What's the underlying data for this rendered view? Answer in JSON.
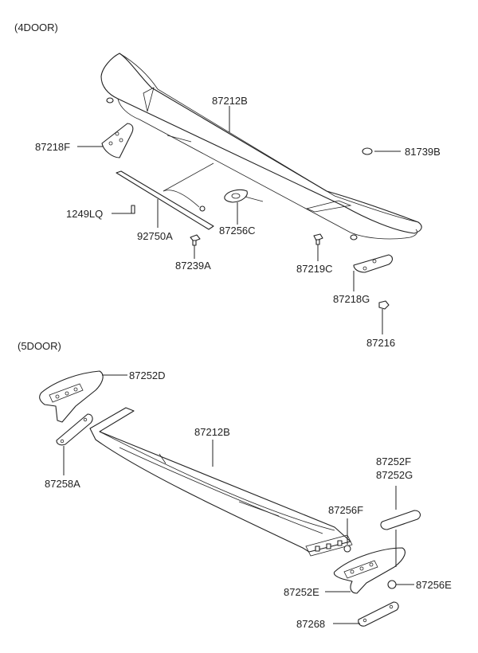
{
  "sections": {
    "four_door": "(4DOOR)",
    "five_door": "(5DOOR)"
  },
  "labels": {
    "p87212B_4": "87212B",
    "p87218F": "87218F",
    "p81739B": "81739B",
    "p1249LQ": "1249LQ",
    "p92750A": "92750A",
    "p87256C": "87256C",
    "p87239A": "87239A",
    "p87219C": "87219C",
    "p87218G": "87218G",
    "p87216": "87216",
    "p87252D": "87252D",
    "p87212B_5": "87212B",
    "p87258A": "87258A",
    "p87252F": "87252F",
    "p87252G": "87252G",
    "p87256F": "87256F",
    "p87252E": "87252E",
    "p87256E": "87256E",
    "p87268": "87268"
  },
  "colors": {
    "ink": "#222222",
    "background": "#ffffff"
  }
}
